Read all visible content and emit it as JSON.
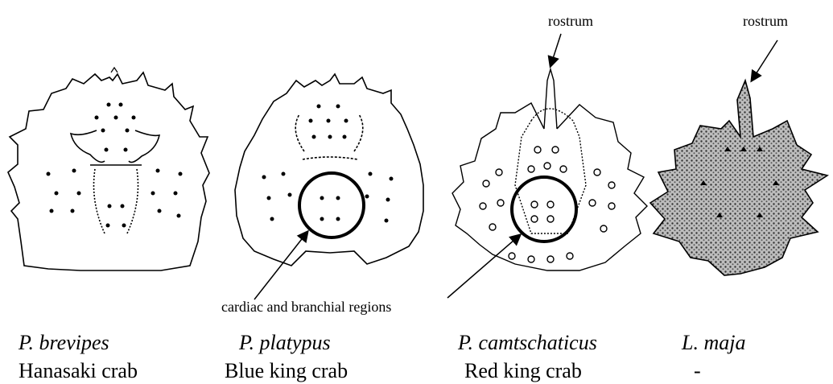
{
  "annotations": {
    "rostrum_1": "rostrum",
    "rostrum_2": "rostrum",
    "cardiac": "cardiac and branchial regions"
  },
  "specimens": [
    {
      "species": "P. brevipes",
      "common": "Hanasaki crab"
    },
    {
      "species": "P. platypus",
      "common": "Blue king crab"
    },
    {
      "species": "P. camtschaticus",
      "common": "Red king crab"
    },
    {
      "species": "L. maja",
      "common": "-"
    }
  ]
}
